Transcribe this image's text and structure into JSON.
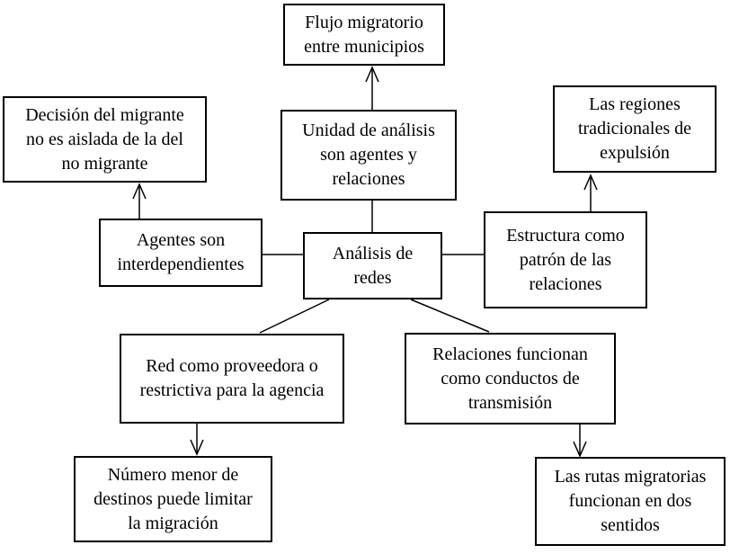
{
  "diagram": {
    "type": "concept-map",
    "language": "es",
    "colors": {
      "background": "#ffffff",
      "border": "#000000",
      "text": "#000000"
    },
    "nodes": {
      "flujo": {
        "label": "Flujo migratorio\nentre municipios"
      },
      "decision": {
        "label": "Decisión del migrante\nno es aislada de la del\nno migrante"
      },
      "unidad": {
        "label": "Unidad de análisis\nson agentes y\nrelaciones"
      },
      "regiones": {
        "label": "Las regiones\ntradicionales de\nexpulsión"
      },
      "agentes": {
        "label": "Agentes son\ninterdependientes"
      },
      "analisis": {
        "label": "Análisis de\nredes"
      },
      "estructura": {
        "label": "Estructura como\npatrón de las\nrelaciones"
      },
      "red": {
        "label": "Red como proveedora o\nrestrictiva para la agencia"
      },
      "relaciones": {
        "label": "Relaciones funcionan\ncomo conductos de\ntransmisión"
      },
      "numero": {
        "label": "Número menor de\ndestinos puede limitar\nla migración"
      },
      "rutas": {
        "label": "Las rutas migratorias\nfuncionan en dos\nsentidos"
      }
    },
    "edges": [
      {
        "from": "analisis",
        "to": "unidad",
        "arrow": "none"
      },
      {
        "from": "unidad",
        "to": "flujo",
        "arrow": "to"
      },
      {
        "from": "analisis",
        "to": "agentes",
        "arrow": "none"
      },
      {
        "from": "agentes",
        "to": "decision",
        "arrow": "to"
      },
      {
        "from": "analisis",
        "to": "estructura",
        "arrow": "none"
      },
      {
        "from": "estructura",
        "to": "regiones",
        "arrow": "to"
      },
      {
        "from": "analisis",
        "to": "red",
        "arrow": "none"
      },
      {
        "from": "red",
        "to": "numero",
        "arrow": "to"
      },
      {
        "from": "analisis",
        "to": "relaciones",
        "arrow": "none"
      },
      {
        "from": "relaciones",
        "to": "rutas",
        "arrow": "to"
      }
    ]
  }
}
